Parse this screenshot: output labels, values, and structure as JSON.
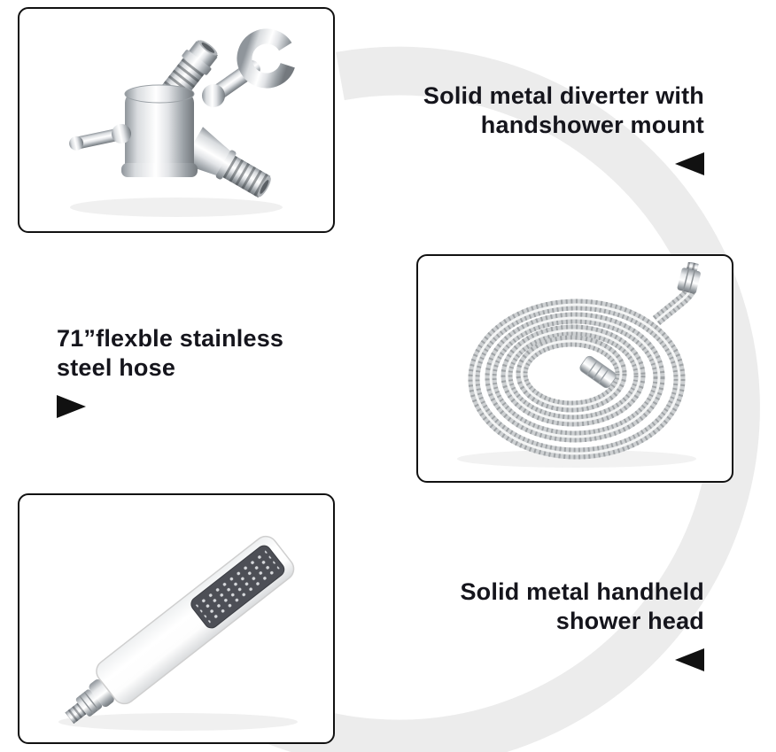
{
  "page": {
    "background": "#ffffff",
    "ring_color": "#ececec",
    "text_color": "#15151c",
    "box_border_color": "#111111",
    "arrow_color": "#111111"
  },
  "callouts": {
    "diverter": {
      "lines": [
        "Solid metal diverter with",
        "handshower mount"
      ],
      "arrow": "left"
    },
    "hose": {
      "lines": [
        "71”flexble stainless",
        "steel hose"
      ],
      "arrow": "right"
    },
    "handheld": {
      "lines": [
        "Solid metal handheld",
        "shower head"
      ],
      "arrow": "left"
    }
  }
}
